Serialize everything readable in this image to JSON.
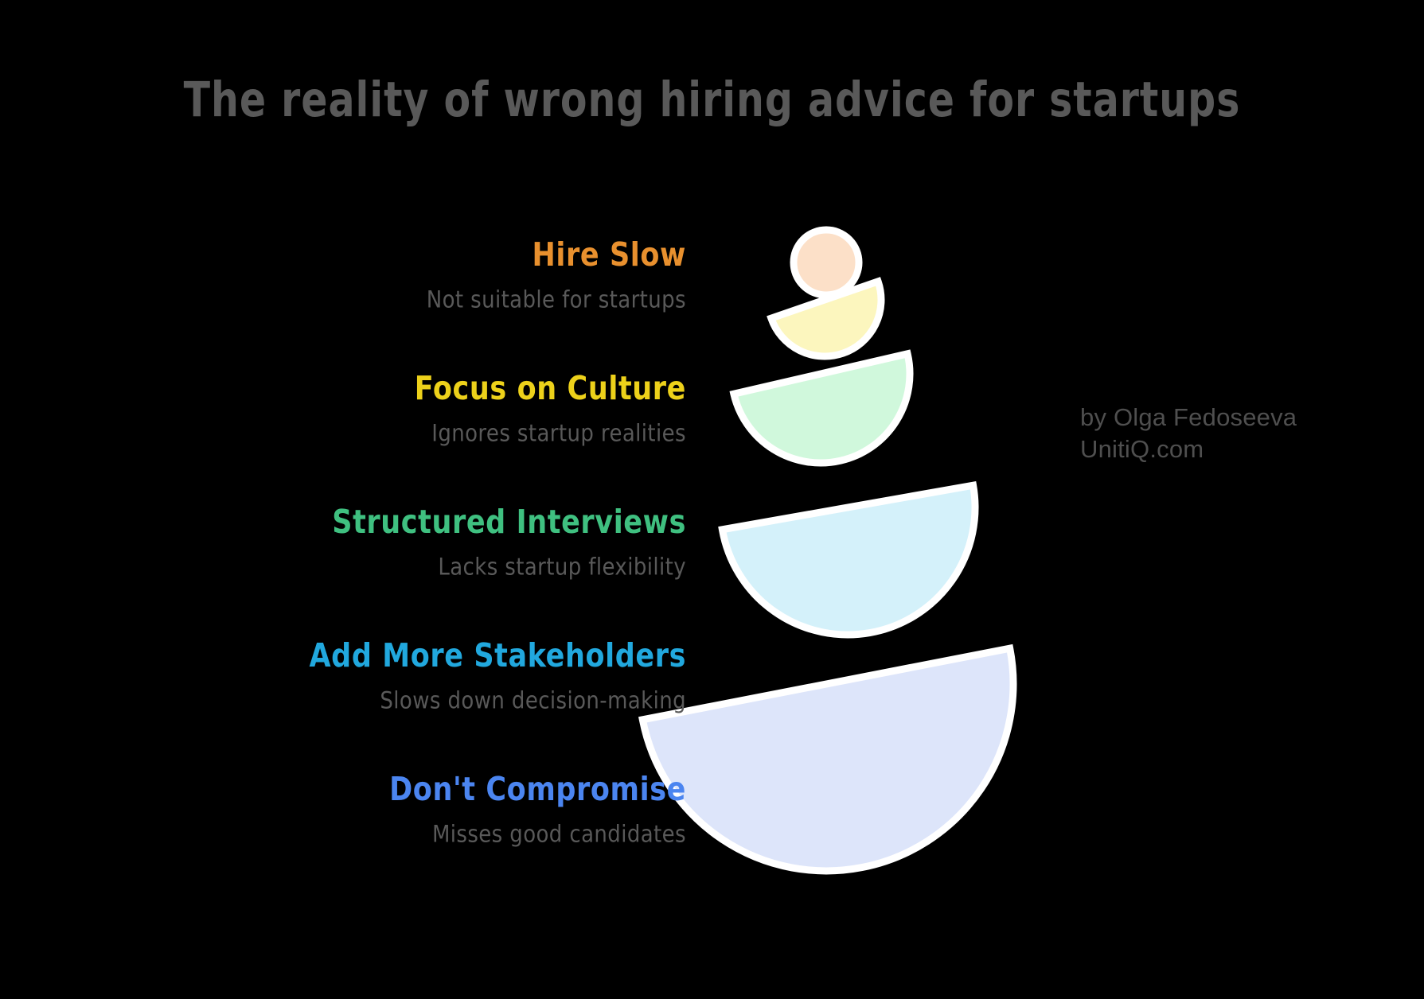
{
  "page": {
    "background_color": "#000000",
    "title": "The reality of wrong hiring advice for startups",
    "title_color": "#595959"
  },
  "items": [
    {
      "label": "Hire Slow",
      "sub": "Not suitable for startups",
      "color": "#E8902E",
      "shape_color": "#FCE0C8",
      "shape_name": "circle"
    },
    {
      "label": "Focus on Culture",
      "sub": "Ignores startup realities",
      "color": "#EDD11A",
      "shape_color": "#FCF6BE",
      "shape_name": "semicircle"
    },
    {
      "label": "Structured Interviews",
      "sub": "Lacks startup flexibility",
      "color": "#3FC080",
      "shape_color": "#D0F8DC",
      "shape_name": "semicircle"
    },
    {
      "label": "Add More Stakeholders",
      "sub": "Slows down decision-making",
      "color": "#21A8DE",
      "shape_color": "#D4F1FA",
      "shape_name": "semicircle"
    },
    {
      "label": "Don't Compromise",
      "sub": "Misses good candidates",
      "color": "#4B85F0",
      "shape_color": "#DDE5FA",
      "shape_name": "semicircle"
    }
  ],
  "attribution": {
    "author_line": "by Olga Fedoseeva",
    "site_line": "UnitiQ.com",
    "color": "#4f4f4f"
  },
  "chart_data": {
    "type": "diagram",
    "title": "The reality of wrong hiring advice for startups",
    "description": "Stacked balancing semicircles illustrating five pieces of wrong hiring advice, growing larger from top to bottom",
    "categories": [
      "Hire Slow",
      "Focus on Culture",
      "Structured Interviews",
      "Add More Stakeholders",
      "Don't Compromise"
    ],
    "consequences": [
      "Not suitable for startups",
      "Ignores startup realities",
      "Lacks startup flexibility",
      "Slows down decision-making",
      "Misses good candidates"
    ],
    "relative_sizes": [
      1,
      2,
      3,
      4,
      5
    ],
    "label_colors": [
      "#E8902E",
      "#EDD11A",
      "#3FC080",
      "#21A8DE",
      "#4B85F0"
    ],
    "shape_colors": [
      "#FCE0C8",
      "#FCF6BE",
      "#D0F8DC",
      "#D4F1FA",
      "#DDE5FA"
    ],
    "legend": "none",
    "grid": false
  }
}
